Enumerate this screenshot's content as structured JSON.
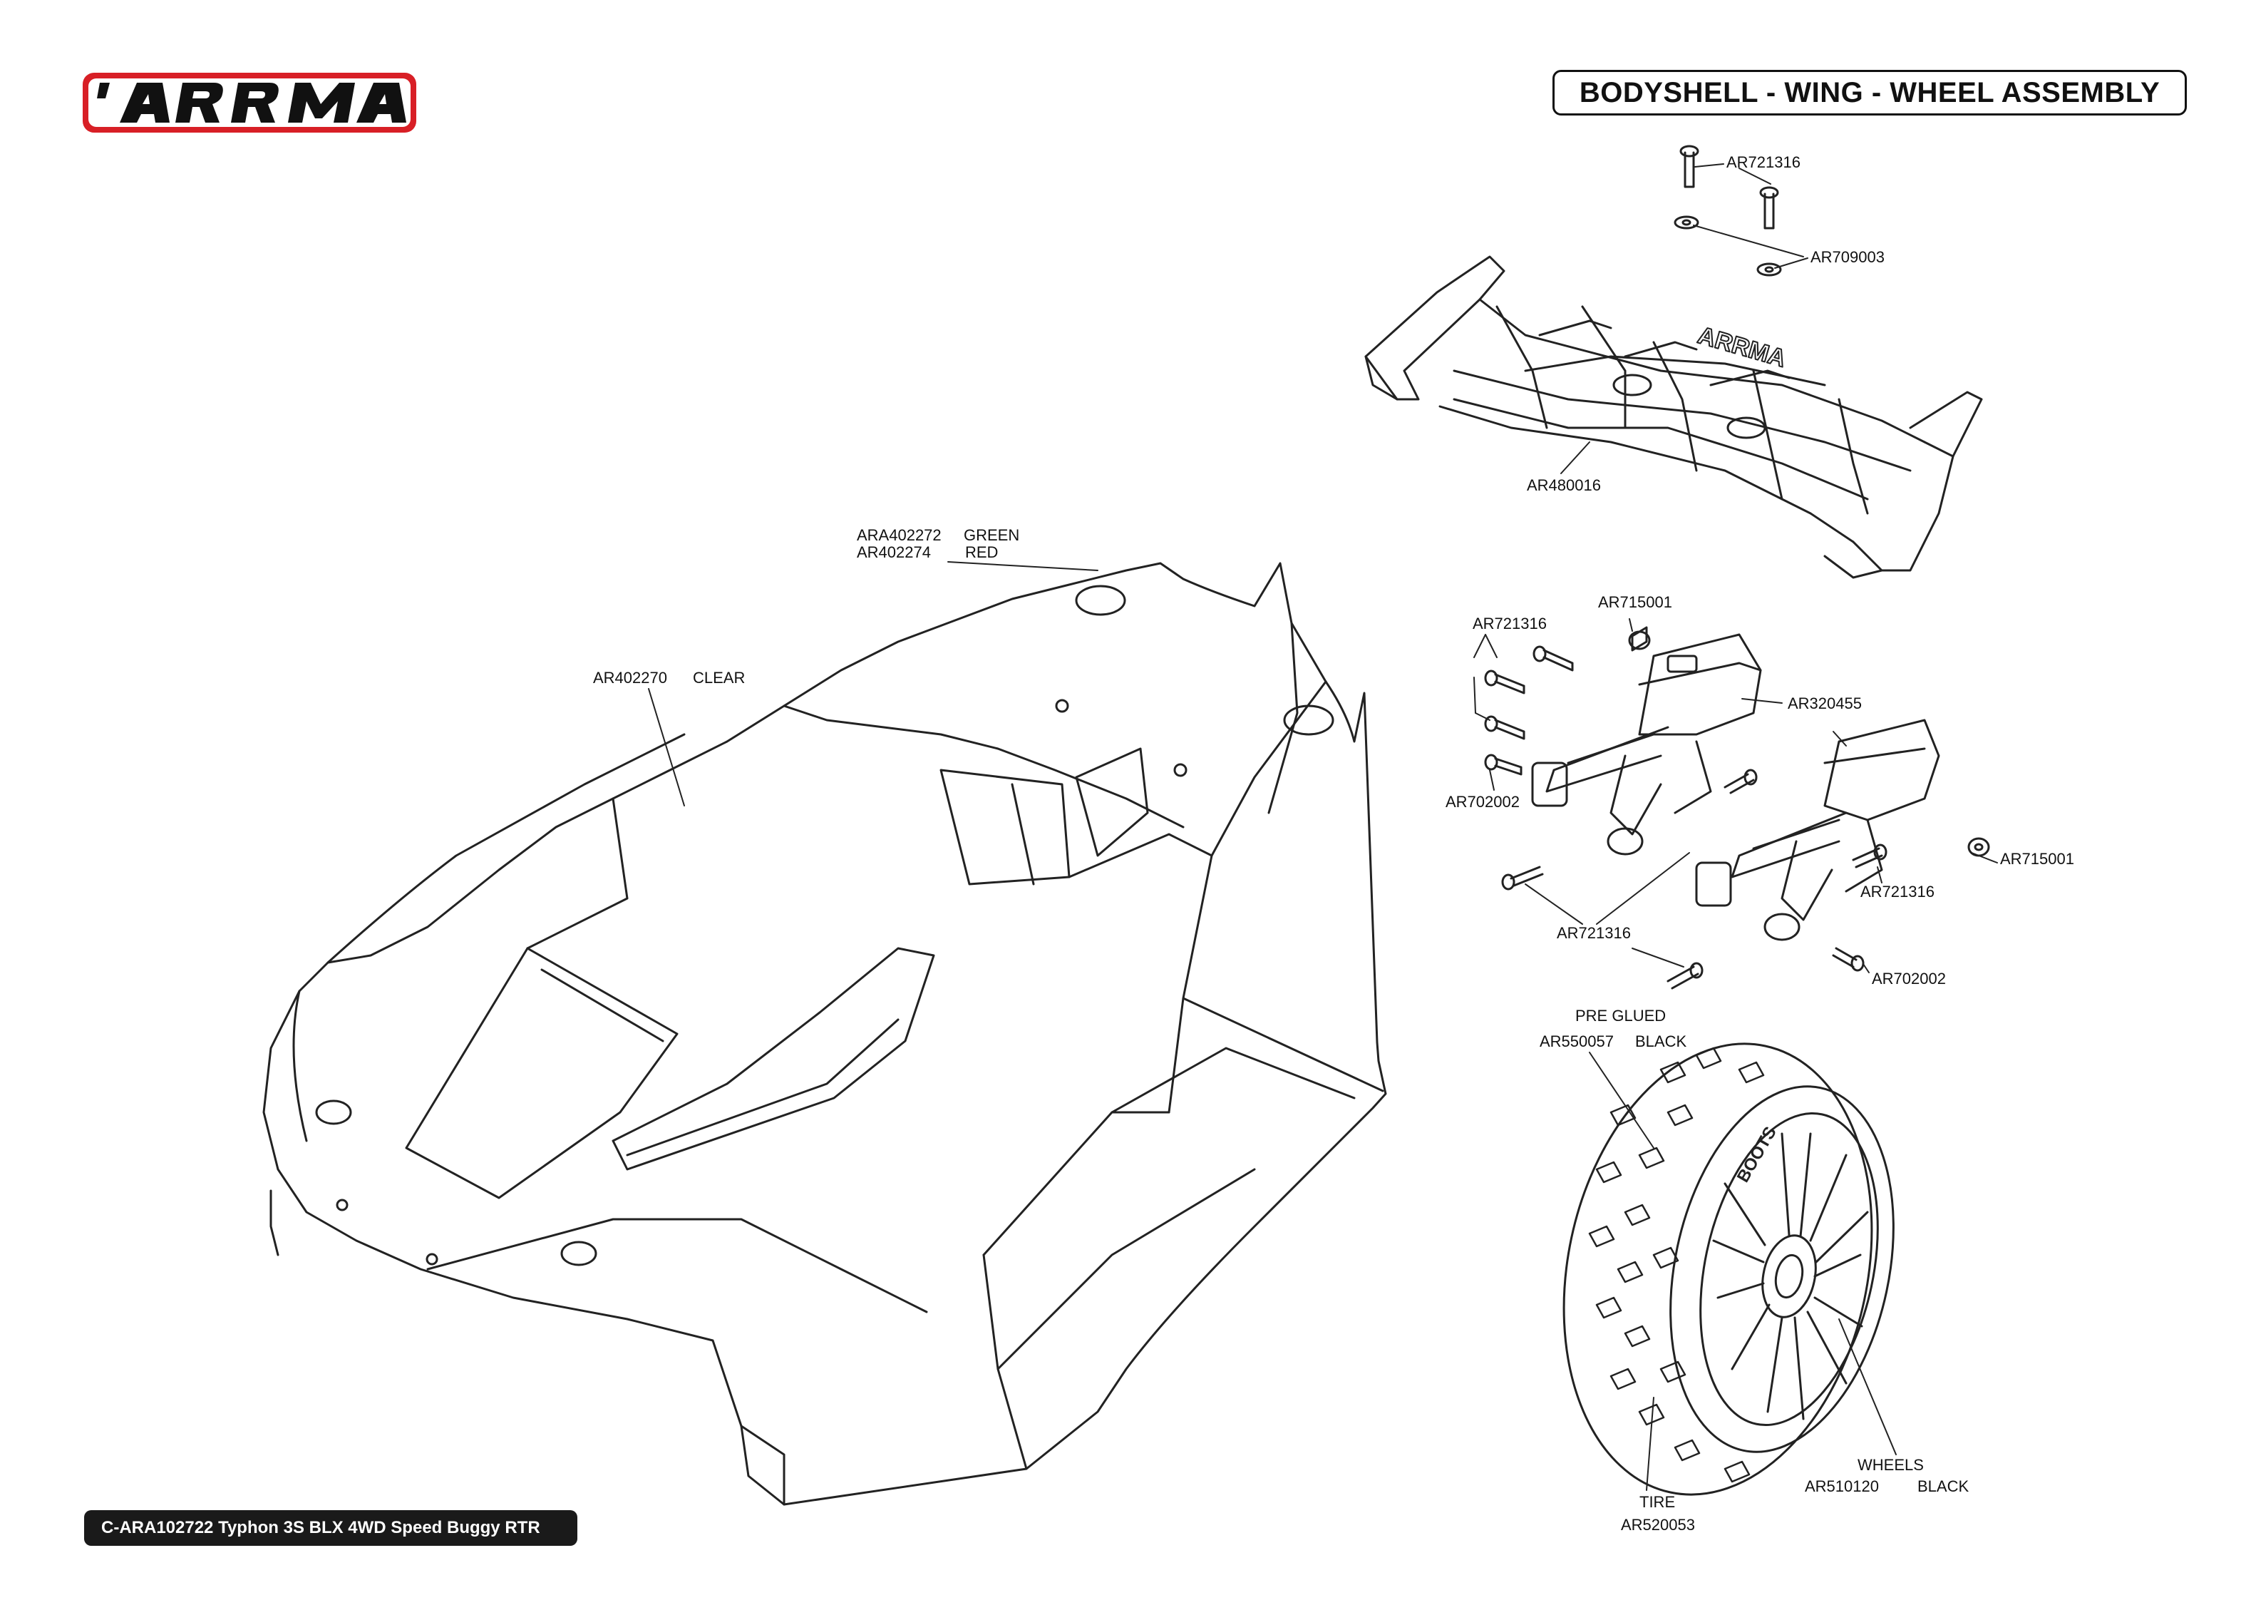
{
  "header": {
    "brand_logo": "ARRMA",
    "title": "BODYSHELL - WING - WHEEL ASSEMBLY"
  },
  "footer": {
    "model": "C-ARA102722 Typhon 3S BLX 4WD Speed Buggy RTR"
  },
  "parts": {
    "wing_screw": "AR721316",
    "wing_washer": "AR709003",
    "wing": "AR480016",
    "body_green": {
      "code": "ARA402272",
      "color": "GREEN"
    },
    "body_red": {
      "code": "AR402274",
      "color": "RED"
    },
    "body_clear": {
      "code": "AR402270",
      "color": "CLEAR"
    },
    "mount_screws_top": "AR721316",
    "mount_nut_top": "AR715001",
    "wing_mount": "AR320455",
    "mount_bolt_left": "AR702002",
    "mount_nut_right": "AR715001",
    "mount_screw_right": "AR721316",
    "mount_screws_bottom": "AR721316",
    "mount_bolt_right": "AR702002",
    "tire_pre_glued_note": "PRE GLUED",
    "tire_set": {
      "code": "AR550057",
      "color": "BLACK"
    },
    "wheels_label": "WHEELS",
    "wheels": {
      "code": "AR510120",
      "color": "BLACK"
    },
    "tire_label": "TIRE",
    "tire": "AR520053"
  },
  "colors": {
    "logo_red": "#d81f26",
    "logo_black": "#111111",
    "line": "#222222",
    "footer_bg": "#1a1a1a"
  }
}
